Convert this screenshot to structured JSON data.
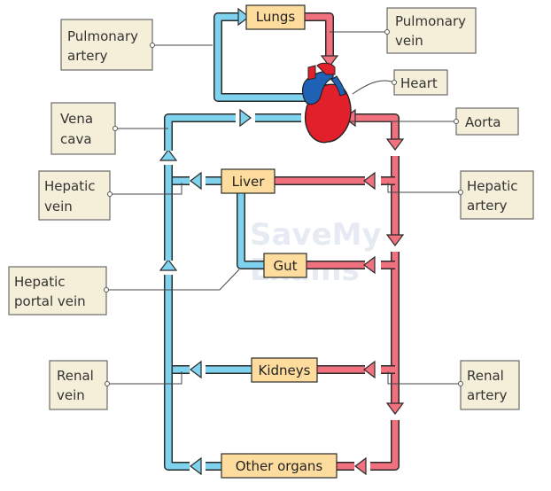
{
  "organs": {
    "lungs": "Lungs",
    "liver": "Liver",
    "gut": "Gut",
    "kidneys": "Kidneys",
    "other": "Other organs"
  },
  "labels": {
    "pulmonary_artery": [
      "Pulmonary",
      "artery"
    ],
    "pulmonary_vein": [
      "Pulmonary",
      "vein"
    ],
    "heart": "Heart",
    "vena_cava": [
      "Vena",
      "cava"
    ],
    "aorta": "Aorta",
    "hepatic_vein": [
      "Hepatic",
      "vein"
    ],
    "hepatic_artery": [
      "Hepatic",
      "artery"
    ],
    "hepatic_portal_vein": [
      "Hepatic",
      "portal vein"
    ],
    "renal_vein": [
      "Renal",
      "vein"
    ],
    "renal_artery": [
      "Renal",
      "artery"
    ]
  },
  "watermark": [
    "SaveMy",
    "Exams"
  ],
  "colors": {
    "oxygenated": "#f2717f",
    "deoxygenated": "#7fd3ef",
    "vessel_outline": "#2b2b2b",
    "organ_fill": "#fddc9e",
    "label_fill": "#f5efd9",
    "heart_red": "#e2202c",
    "heart_blue": "#1f62b5"
  }
}
